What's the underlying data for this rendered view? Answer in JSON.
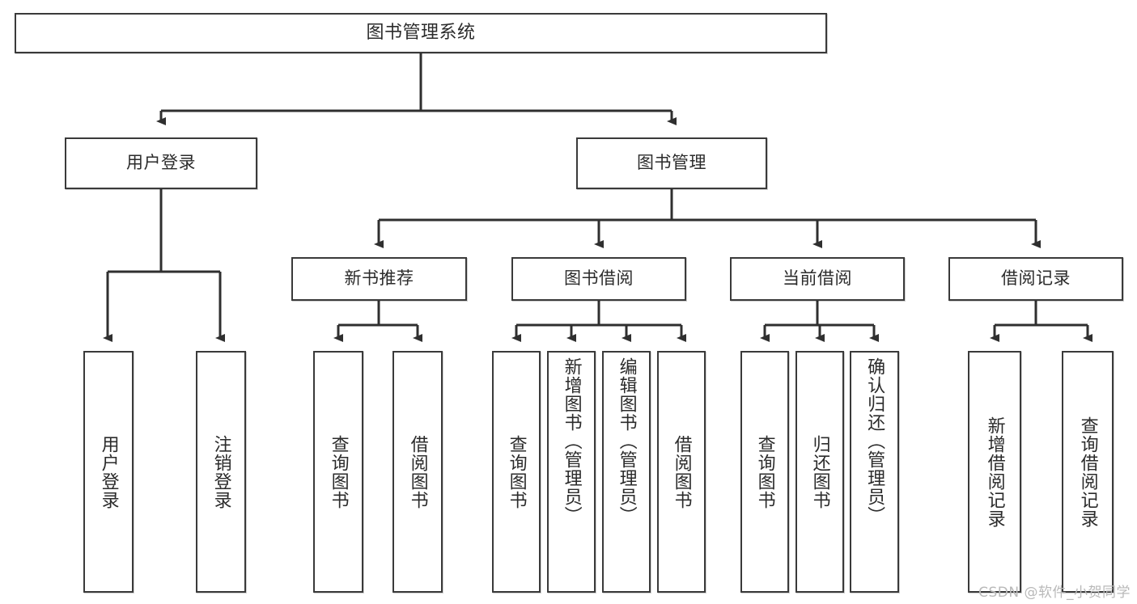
{
  "diagram": {
    "title": "图书管理系统",
    "type": "tree-hierarchy-chart",
    "root": {
      "label": "图书管理系统"
    },
    "level2": [
      {
        "label": "用户登录"
      },
      {
        "label": "图书管理"
      }
    ],
    "level3": [
      {
        "label": "新书推荐"
      },
      {
        "label": "图书借阅"
      },
      {
        "label": "当前借阅"
      },
      {
        "label": "借阅记录"
      }
    ],
    "leaves": {
      "user_login": [
        {
          "label": "用户登录"
        },
        {
          "label": "注销登录"
        }
      ],
      "new_book_recommend": [
        {
          "label": "查询图书"
        },
        {
          "label": "借阅图书"
        }
      ],
      "book_borrow": [
        {
          "label": "查询图书"
        },
        {
          "label": "新增图书（管理员）"
        },
        {
          "label": "编辑图书（管理员）"
        },
        {
          "label": "借阅图书"
        }
      ],
      "current_borrow": [
        {
          "label": "查询图书"
        },
        {
          "label": "归还图书"
        },
        {
          "label": "确认归还（管理员）"
        }
      ],
      "borrow_record": [
        {
          "label": "新增借阅记录"
        },
        {
          "label": "查询借阅记录"
        }
      ]
    }
  },
  "watermark": {
    "text": "CSDN @软件_小贺同学"
  },
  "colors": {
    "box_border": "#3a3a3a",
    "box_fill": "#ffffff",
    "text": "#2b2b2b",
    "edge": "#2f2f2f",
    "watermark": "#b9b9b9"
  }
}
